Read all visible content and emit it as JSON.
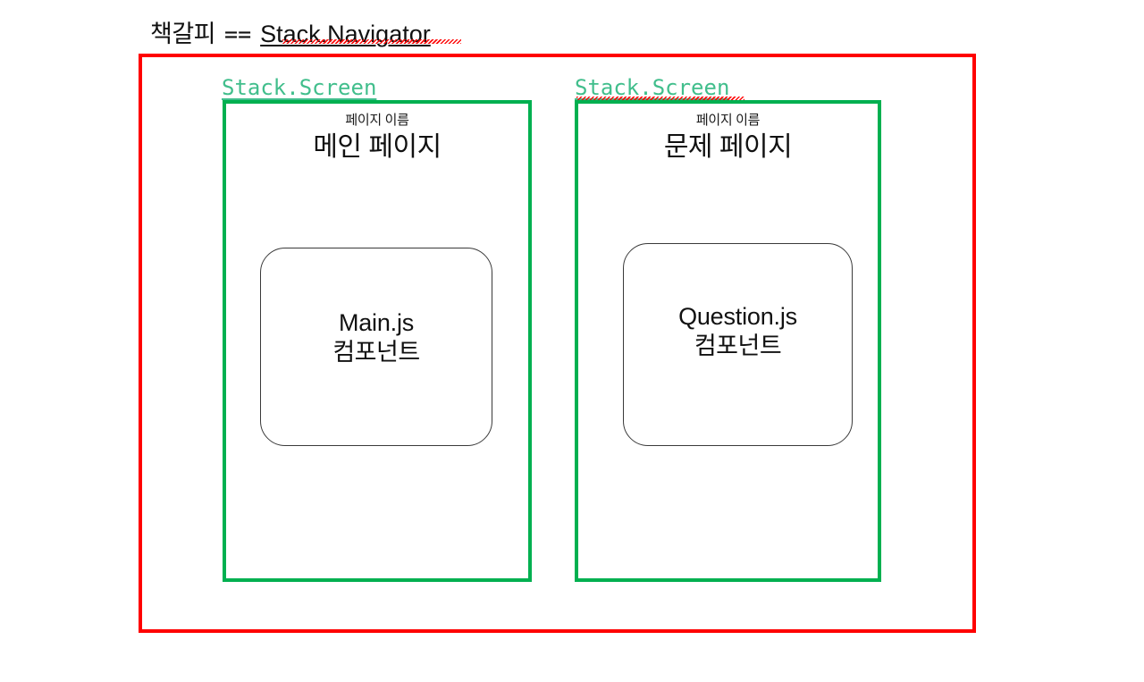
{
  "diagram": {
    "title": {
      "korean": "책갈피",
      "operator": "==",
      "code": "Stack.Navigator"
    },
    "navigator": {
      "label": "Stack.Navigator",
      "border_color": "#FF0000"
    },
    "screens": [
      {
        "label": "Stack.Screen",
        "label_color": "#41BE8C",
        "border_color": "#00B050",
        "page_name_caption": "페이지 이름",
        "page_name_value": "메인 페이지",
        "component": {
          "file": "Main.js",
          "kind": "컴포넌트"
        }
      },
      {
        "label": "Stack.Screen",
        "label_color": "#41BE8C",
        "border_color": "#00B050",
        "page_name_caption": "페이지 이름",
        "page_name_value": "문제 페이지",
        "component": {
          "file": "Question.js",
          "kind": "컴포넌트"
        }
      }
    ]
  }
}
